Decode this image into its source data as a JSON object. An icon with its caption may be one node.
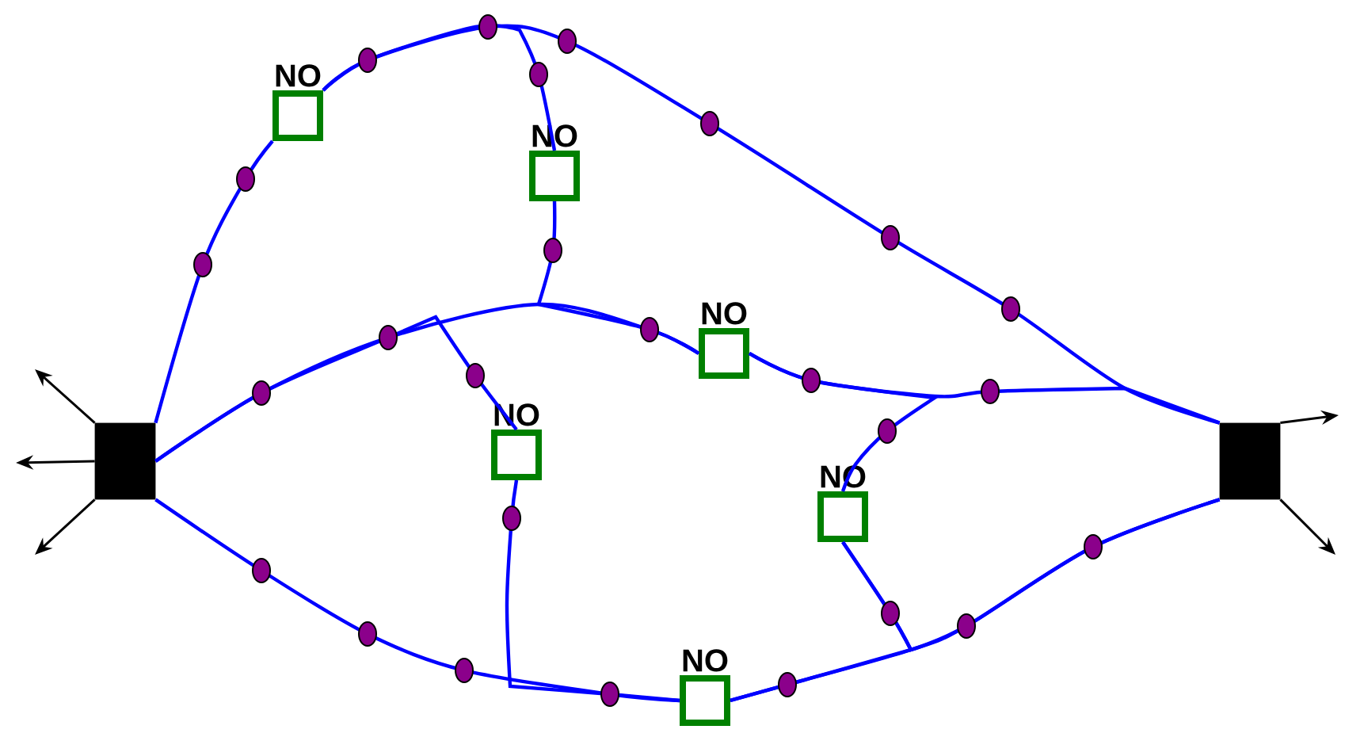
{
  "diagram": {
    "nodes": [
      {
        "text": [],
        "shape": "box"
      },
      {
        "text": [],
        "shape": "box"
      },
      {
        "text": [
          "NO"
        ]
      },
      {
        "text": [
          "NO"
        ]
      },
      {
        "text": [
          "NO"
        ]
      },
      {
        "text": [
          "NO"
        ]
      },
      {
        "text": [
          "NO"
        ]
      },
      {
        "text": [
          "NO"
        ]
      }
    ],
    "edges": [
      {
        "from": 0,
        "to": 2,
        "arrow": "none"
      },
      {
        "from": 2,
        "to": 1,
        "arrow": "none"
      },
      {
        "from": 2,
        "to": 3,
        "arrow": "none"
      },
      {
        "from": 3,
        "to": 4,
        "arrow": "none"
      },
      {
        "from": 0,
        "to": 4,
        "arrow": "none"
      },
      {
        "from": 0,
        "to": 5,
        "arrow": "none"
      },
      {
        "from": 4,
        "to": 1,
        "arrow": "none"
      },
      {
        "from": 4,
        "to": 6,
        "arrow": "none"
      },
      {
        "from": 5,
        "to": 7,
        "arrow": "none"
      },
      {
        "from": 6,
        "to": 7,
        "arrow": "none"
      },
      {
        "from": 6,
        "to": 1,
        "arrow": "none"
      },
      {
        "from": 0,
        "to": 7,
        "arrow": "none"
      },
      {
        "from": 7,
        "to": 1,
        "arrow": "none"
      },
      {
        "from": 0,
        "to": null,
        "arrow": "to",
        "color": "#000000"
      },
      {
        "from": 0,
        "to": null,
        "arrow": "to",
        "color": "#000000"
      },
      {
        "from": 0,
        "to": null,
        "arrow": "to",
        "color": "#000000"
      },
      {
        "from": 1,
        "to": null,
        "arrow": "to",
        "color": "#000000"
      },
      {
        "from": 1,
        "to": null,
        "arrow": "to",
        "color": "#000000"
      }
    ]
  }
}
